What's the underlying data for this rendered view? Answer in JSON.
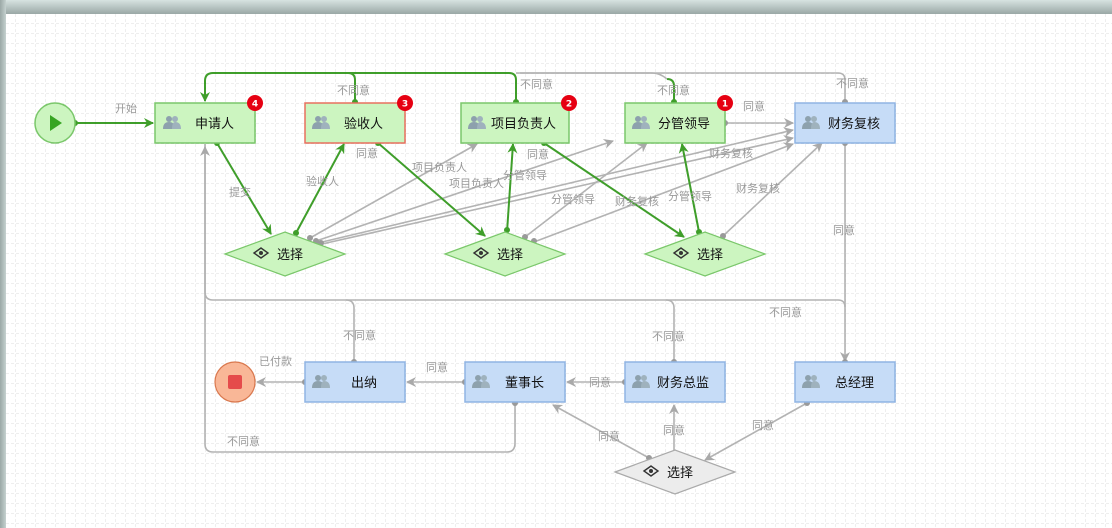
{
  "colors": {
    "green_fill": "#ccf5c0",
    "green_stroke": "#7ac76a",
    "blue_fill": "#c6dcf7",
    "blue_stroke": "#8fb4e3",
    "gray_fill": "#ececec",
    "gray_stroke": "#aaaaaa",
    "active_edge": "#3f9e2a",
    "inactive_edge": "#b3b3b3",
    "badge": "#e60012",
    "error_border": "#e8705f",
    "end_fill": "#f9b797",
    "end_stroke": "#d9784e",
    "end_inner": "#e54b4b",
    "start_fill": "#ccf5c0",
    "start_play": "#37a523"
  },
  "nodes": [
    {
      "id": "start",
      "type": "start",
      "label": ""
    },
    {
      "id": "applicant",
      "type": "task",
      "label": "申请人",
      "state": "done",
      "badge": "4"
    },
    {
      "id": "acceptor",
      "type": "task",
      "label": "验收人",
      "state": "error",
      "badge": "3"
    },
    {
      "id": "project_lead",
      "type": "task",
      "label": "项目负责人",
      "state": "done",
      "badge": "2"
    },
    {
      "id": "branch_leader",
      "type": "task",
      "label": "分管领导",
      "state": "done",
      "badge": "1"
    },
    {
      "id": "finance_review",
      "type": "task",
      "label": "财务复核",
      "state": "pending",
      "badge": ""
    },
    {
      "id": "gate1",
      "type": "gateway",
      "label": "选择",
      "state": "done"
    },
    {
      "id": "gate2",
      "type": "gateway",
      "label": "选择",
      "state": "done"
    },
    {
      "id": "gate3",
      "type": "gateway",
      "label": "选择",
      "state": "done"
    },
    {
      "id": "end",
      "type": "end",
      "label": ""
    },
    {
      "id": "cashier",
      "type": "task",
      "label": "出纳",
      "state": "pending",
      "badge": ""
    },
    {
      "id": "chairman",
      "type": "task",
      "label": "董事长",
      "state": "pending",
      "badge": ""
    },
    {
      "id": "cfo",
      "type": "task",
      "label": "财务总监",
      "state": "pending",
      "badge": ""
    },
    {
      "id": "gm",
      "type": "task",
      "label": "总经理",
      "state": "pending",
      "badge": ""
    },
    {
      "id": "gate4",
      "type": "gateway",
      "label": "选择",
      "state": "inactive"
    }
  ],
  "edges": [
    {
      "id": "e_start",
      "label": "开始",
      "active": true
    },
    {
      "id": "e_submit",
      "label": "提交",
      "active": true
    },
    {
      "id": "e_g1_acceptor",
      "label": "验收人",
      "active": true
    },
    {
      "id": "e_g1_project",
      "label": "项目负责人",
      "active": false
    },
    {
      "id": "e_g1_project2",
      "label": "项目负责人",
      "active": false
    },
    {
      "id": "e_g1_branch",
      "label": "分管领导",
      "active": false
    },
    {
      "id": "e_g1_finance",
      "label": "财务复核",
      "active": false
    },
    {
      "id": "e_acceptor_agree",
      "label": "同意",
      "active": true
    },
    {
      "id": "e_acceptor_disagree",
      "label": "不同意",
      "active": true
    },
    {
      "id": "e_g2_project",
      "label": "",
      "active": true
    },
    {
      "id": "e_g2_branch",
      "label": "分管领导",
      "active": false
    },
    {
      "id": "e_g2_finance",
      "label": "财务复核",
      "active": false
    },
    {
      "id": "e_project_agree",
      "label": "同意",
      "active": true
    },
    {
      "id": "e_project_disagree",
      "label": "不同意",
      "active": true
    },
    {
      "id": "e_g3_branch",
      "label": "分管领导",
      "active": true
    },
    {
      "id": "e_g3_finance",
      "label": "财务复核",
      "active": false
    },
    {
      "id": "e_branch_agree",
      "label": "同意",
      "active": false
    },
    {
      "id": "e_branch_disagree",
      "label": "不同意",
      "active": true
    },
    {
      "id": "e_finance_disagree",
      "label": "不同意",
      "active": false
    },
    {
      "id": "e_finance_agree",
      "label": "同意",
      "active": false
    },
    {
      "id": "e_gm_disagree",
      "label": "不同意",
      "active": false
    },
    {
      "id": "e_gm_agree",
      "label": "同意",
      "active": false
    },
    {
      "id": "e_g4_cfo",
      "label": "同意",
      "active": false
    },
    {
      "id": "e_g4_chairman",
      "label": "同意",
      "active": false
    },
    {
      "id": "e_cfo_agree",
      "label": "同意",
      "active": false
    },
    {
      "id": "e_cfo_disagree",
      "label": "不同意",
      "active": false
    },
    {
      "id": "e_chairman_agree",
      "label": "同意",
      "active": false
    },
    {
      "id": "e_chairman_disagree",
      "label": "不同意",
      "active": false
    },
    {
      "id": "e_cashier_paid",
      "label": "已付款",
      "active": false
    },
    {
      "id": "e_cashier_disagree",
      "label": "不同意",
      "active": false
    }
  ]
}
